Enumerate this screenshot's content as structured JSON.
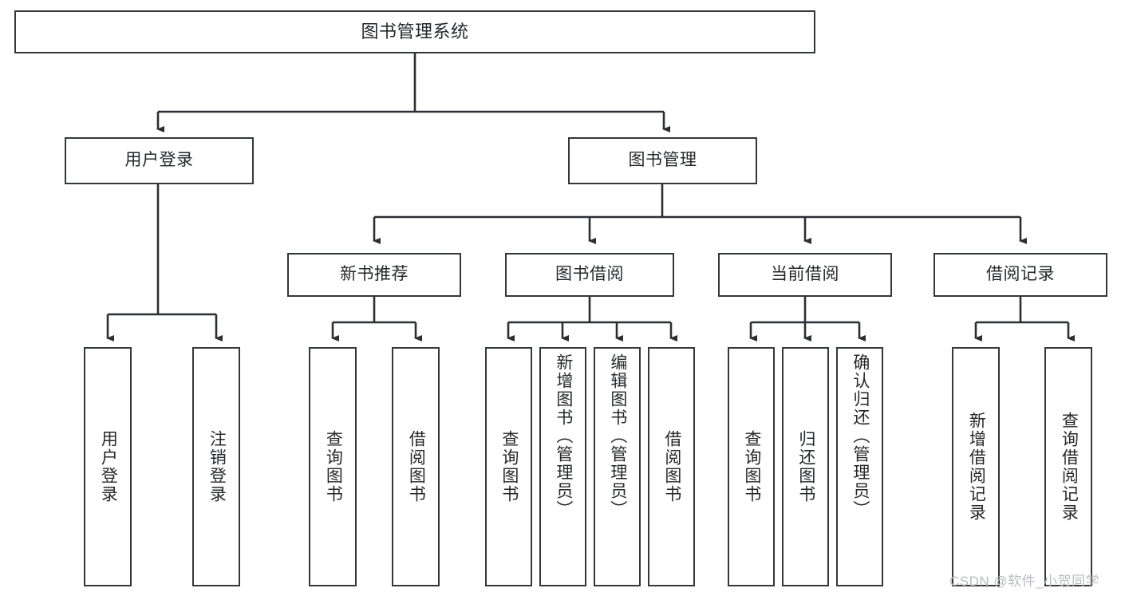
{
  "diagram": {
    "title": "图书管理系统",
    "type": "hierarchy-tree",
    "theme": {
      "background": "#ffffff",
      "box_border": "#33373b",
      "box_fill": "#ffffff",
      "text": "#25282b",
      "connector": "#2b2f33",
      "watermark": "#b9bcc0"
    },
    "nodes": {
      "root": {
        "label": "图书管理系统",
        "level": 1,
        "orientation": "horizontal"
      },
      "l2": [
        {
          "id": "user-login",
          "label": "用户登录",
          "level": 2,
          "orientation": "horizontal"
        },
        {
          "id": "book-manage",
          "label": "图书管理",
          "level": 2,
          "orientation": "horizontal"
        }
      ],
      "l3": [
        {
          "id": "new-book-recommend",
          "label": "新书推荐",
          "level": 3,
          "orientation": "horizontal"
        },
        {
          "id": "book-borrow",
          "label": "图书借阅",
          "level": 3,
          "orientation": "horizontal"
        },
        {
          "id": "current-borrow",
          "label": "当前借阅",
          "level": 3,
          "orientation": "horizontal"
        },
        {
          "id": "borrow-record",
          "label": "借阅记录",
          "level": 3,
          "orientation": "horizontal"
        }
      ],
      "leaves": [
        {
          "id": "leaf-user-login",
          "label": "用户登录",
          "parent": "user-login",
          "orientation": "vertical"
        },
        {
          "id": "leaf-user-logout",
          "label": "注销登录",
          "parent": "user-login",
          "orientation": "vertical"
        },
        {
          "id": "leaf-query-book-1",
          "label": "查询图书",
          "parent": "new-book-recommend",
          "orientation": "vertical"
        },
        {
          "id": "leaf-borrow-book-1",
          "label": "借阅图书",
          "parent": "new-book-recommend",
          "orientation": "vertical"
        },
        {
          "id": "leaf-query-book-2",
          "label": "查询图书",
          "parent": "book-borrow",
          "orientation": "vertical"
        },
        {
          "id": "leaf-add-book",
          "label": "新增图书（管理员）",
          "parent": "book-borrow",
          "orientation": "vertical"
        },
        {
          "id": "leaf-edit-book",
          "label": "编辑图书（管理员）",
          "parent": "book-borrow",
          "orientation": "vertical"
        },
        {
          "id": "leaf-borrow-book-2",
          "label": "借阅图书",
          "parent": "book-borrow",
          "orientation": "vertical"
        },
        {
          "id": "leaf-query-book-3",
          "label": "查询图书",
          "parent": "current-borrow",
          "orientation": "vertical"
        },
        {
          "id": "leaf-return-book",
          "label": "归还图书",
          "parent": "current-borrow",
          "orientation": "vertical"
        },
        {
          "id": "leaf-confirm-return",
          "label": "确认归还（管理员）",
          "parent": "current-borrow",
          "orientation": "vertical"
        },
        {
          "id": "leaf-add-record",
          "label": "新增借阅记录",
          "parent": "borrow-record",
          "orientation": "vertical"
        },
        {
          "id": "leaf-query-record",
          "label": "查询借阅记录",
          "parent": "borrow-record",
          "orientation": "vertical"
        }
      ]
    },
    "watermark": "CSDN @软件_小贺同学"
  }
}
